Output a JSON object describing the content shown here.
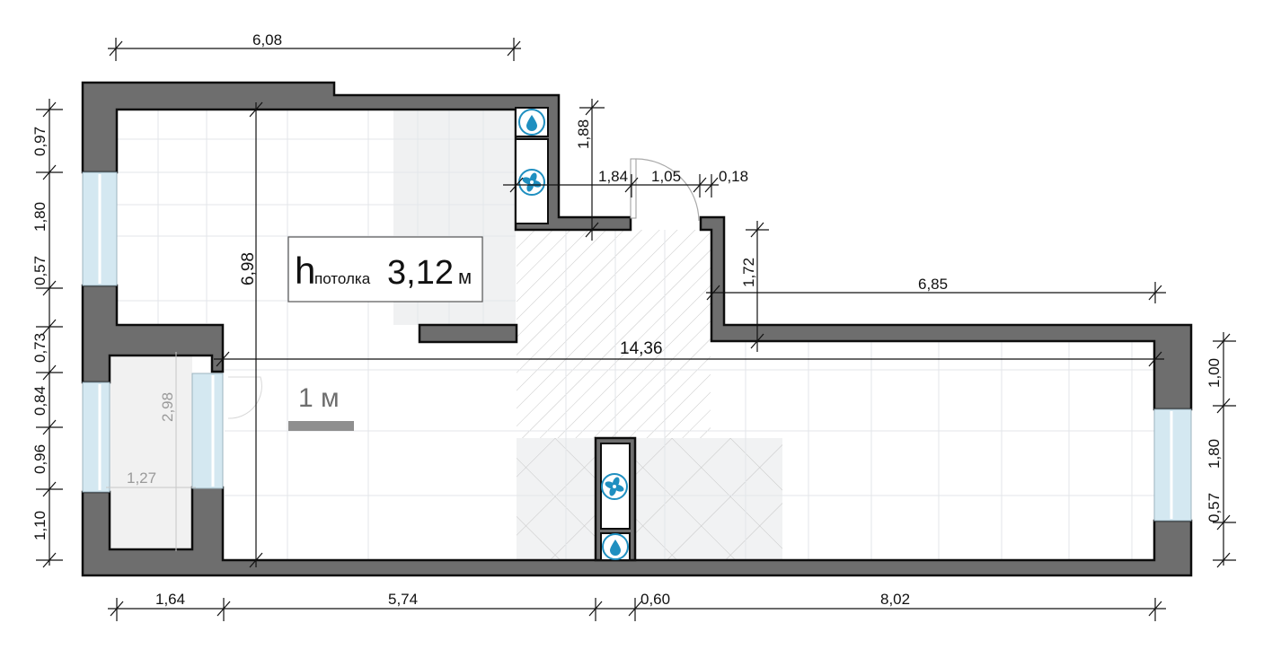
{
  "plan": {
    "ceiling_height": {
      "prefix": "h",
      "subscript": "потолка",
      "value": "3,12",
      "unit": "м"
    },
    "scale_bar": {
      "label": "1 м"
    },
    "dimensions": {
      "top": [
        "6,08"
      ],
      "left": [
        "0,97",
        "1,80",
        "0,57",
        "0,73",
        "0,84",
        "0,96",
        "1,10"
      ],
      "right": [
        "1,00",
        "1,80",
        "0,57"
      ],
      "bottom": [
        "1,64",
        "5,74",
        "0,60",
        "8,02"
      ],
      "interior": {
        "height_main": "6,98",
        "length_total": "14,36",
        "kitchen_niche": "1,88",
        "entry_left": "1,84",
        "door_width": "1,05",
        "door_jamb": "0,18",
        "corridor_depth": "1,72",
        "right_wing": "6,85",
        "balcony_length": "2,98",
        "balcony_width": "1,27"
      }
    },
    "icons": [
      "water-drop-icon",
      "ventilation-fan-icon",
      "ventilation-fan-icon",
      "water-drop-icon"
    ],
    "colors": {
      "wall": "#6e6e6e",
      "window": "#d4e8f1",
      "icon": "#1f8fc0",
      "grid": "#e3e6ea"
    }
  }
}
